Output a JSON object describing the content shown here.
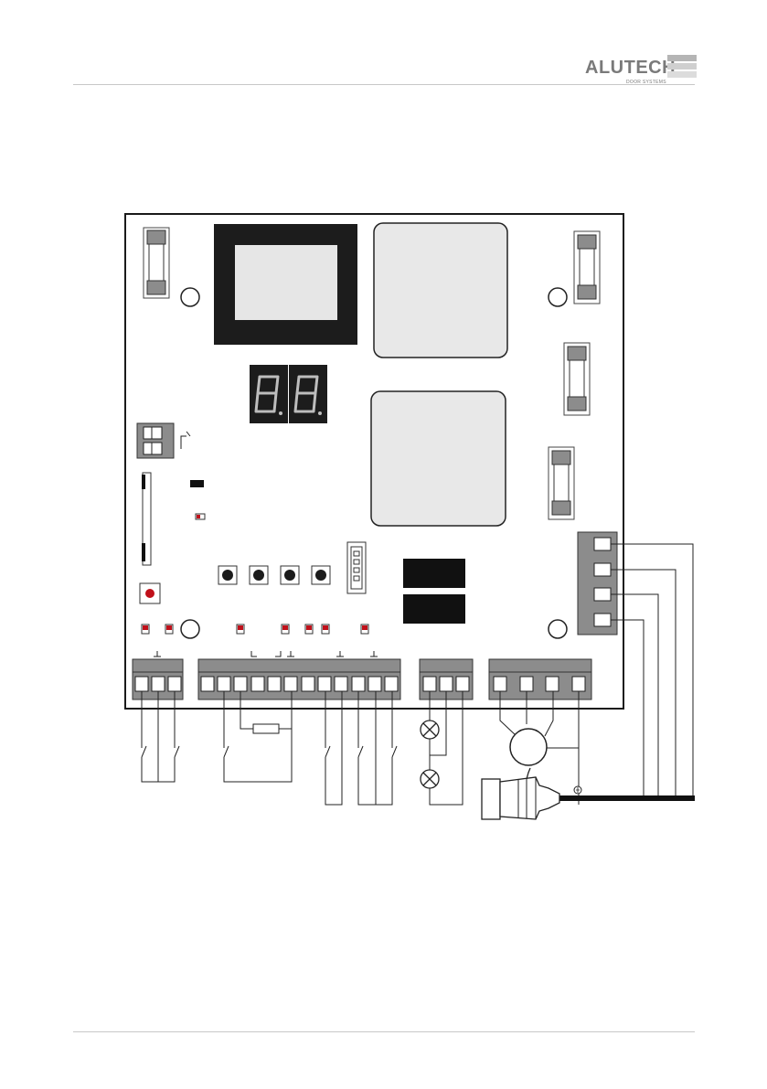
{
  "header": {
    "brand": "ALUTECH",
    "tagline": "DOOR SYSTEMS"
  },
  "diagram": {
    "display_digits": "8.8."
  },
  "colors": {
    "board_outline": "#1a1a1a",
    "component_dark": "#1c1c1c",
    "terminal_gray": "#8c8c8c",
    "led_red": "#c0101a",
    "cable": "#111111"
  }
}
